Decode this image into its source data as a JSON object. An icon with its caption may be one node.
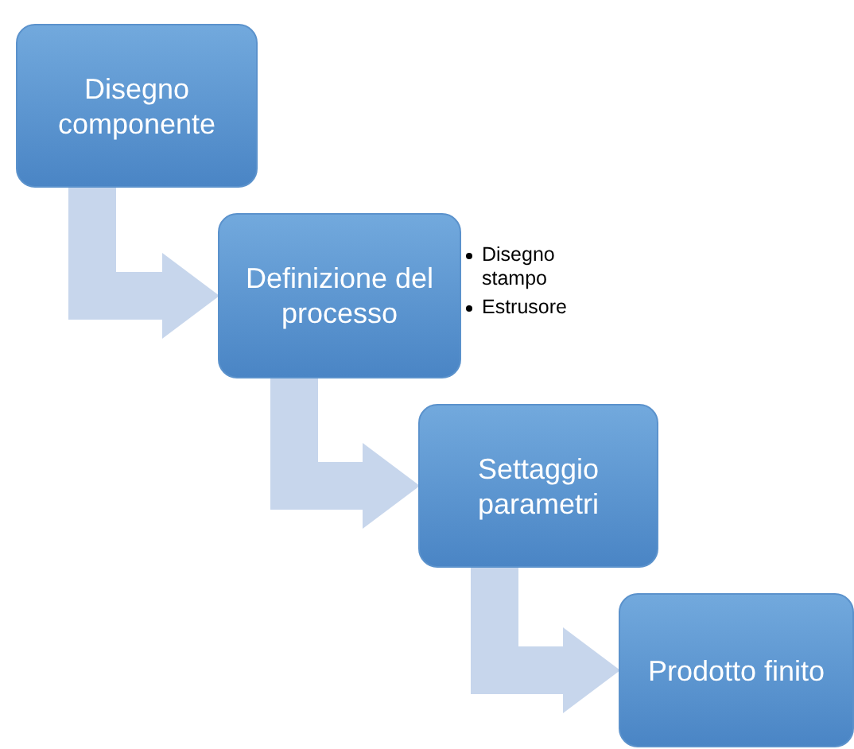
{
  "diagram": {
    "nodes": [
      {
        "text": [
          "Disegno componente"
        ]
      },
      {
        "text": [
          "Definizione del processo"
        ],
        "beside": [
          "Disegno stampo",
          "Estrusore"
        ]
      },
      {
        "text": [
          "Settaggio parametri"
        ]
      },
      {
        "text": [
          "Prodotto finito"
        ]
      }
    ],
    "edges": [
      {
        "from": 0,
        "to": 1,
        "arrow": "to"
      },
      {
        "from": 1,
        "to": 2,
        "arrow": "to"
      },
      {
        "from": 2,
        "to": 3,
        "arrow": "to"
      }
    ]
  }
}
